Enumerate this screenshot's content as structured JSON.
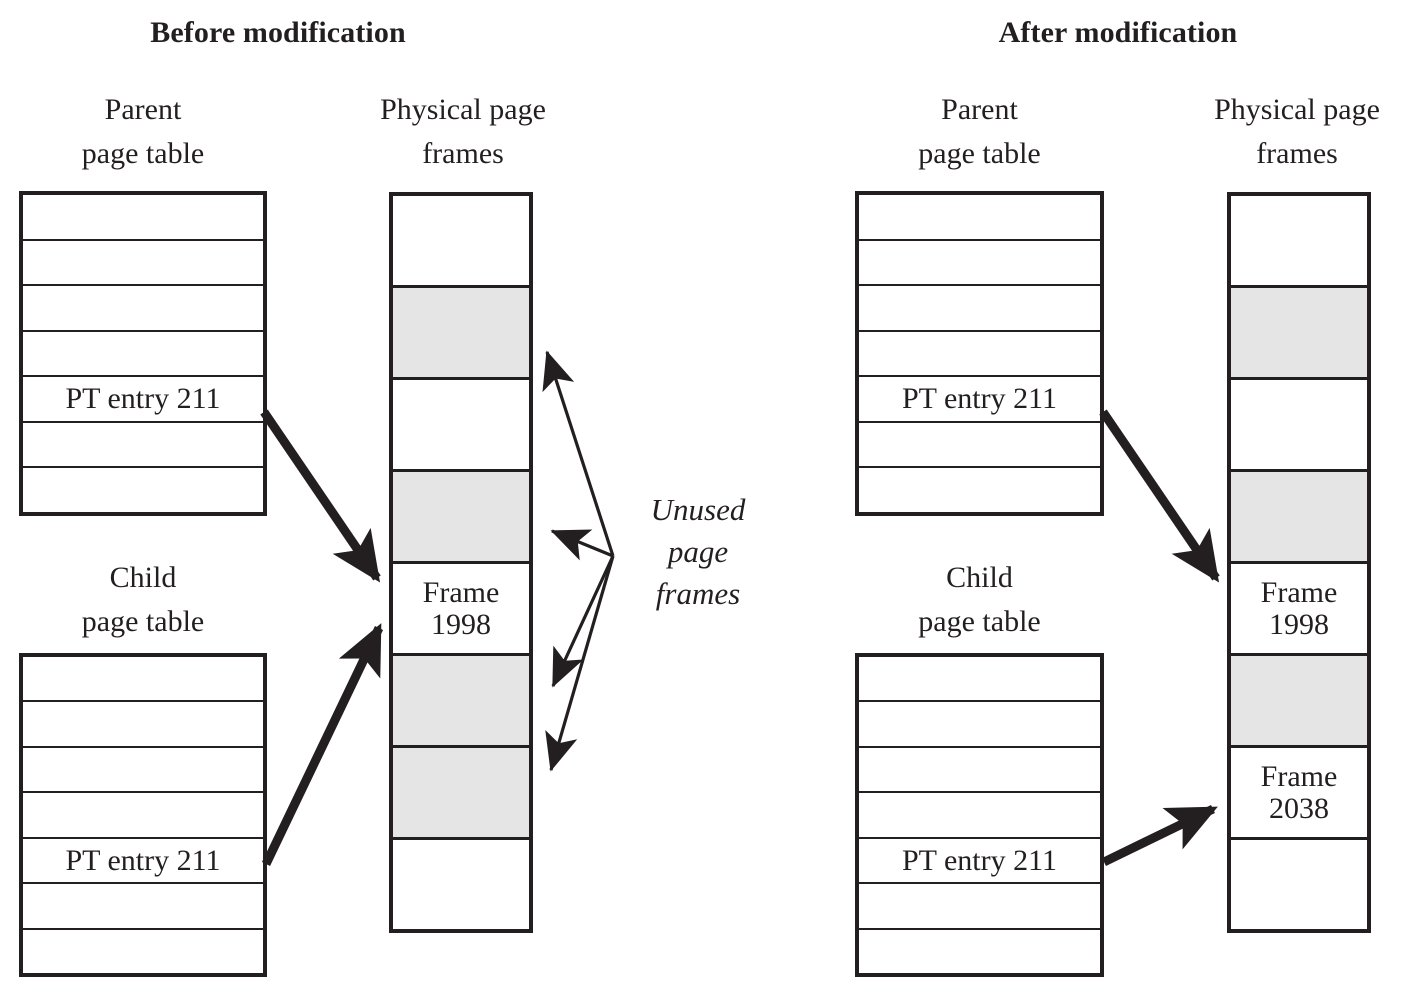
{
  "panels": [
    {
      "title": "Before modification",
      "parent_caption": "Parent\npage table",
      "child_caption": "Child\npage table",
      "frames_caption": "Physical page\nframes",
      "parent_rows": [
        "",
        "",
        "",
        "",
        "PT entry 211",
        "",
        ""
      ],
      "child_rows": [
        "",
        "",
        "",
        "",
        "PT entry 211",
        "",
        ""
      ],
      "frames": [
        {
          "label": "",
          "state": "free"
        },
        {
          "label": "",
          "state": "unused"
        },
        {
          "label": "",
          "state": "free"
        },
        {
          "label": "",
          "state": "unused"
        },
        {
          "label": "Frame\n1998",
          "state": "used"
        },
        {
          "label": "",
          "state": "unused"
        },
        {
          "label": "",
          "state": "unused"
        },
        {
          "label": "",
          "state": "free"
        }
      ],
      "annotation": "Unused\npage\nframes"
    },
    {
      "title": "After modification",
      "parent_caption": "Parent\npage table",
      "child_caption": "Child\npage table",
      "frames_caption": "Physical page\nframes",
      "parent_rows": [
        "",
        "",
        "",
        "",
        "PT entry 211",
        "",
        ""
      ],
      "child_rows": [
        "",
        "",
        "",
        "",
        "PT entry 211",
        "",
        ""
      ],
      "frames": [
        {
          "label": "",
          "state": "free"
        },
        {
          "label": "",
          "state": "unused"
        },
        {
          "label": "",
          "state": "free"
        },
        {
          "label": "",
          "state": "unused"
        },
        {
          "label": "Frame\n1998",
          "state": "used"
        },
        {
          "label": "",
          "state": "unused"
        },
        {
          "label": "Frame\n2038",
          "state": "used"
        },
        {
          "label": "",
          "state": "free"
        }
      ],
      "annotation": ""
    }
  ],
  "colors": {
    "ink": "#231f20",
    "unused_fill": "#e5e5e5",
    "page_background": "#ffffff"
  }
}
